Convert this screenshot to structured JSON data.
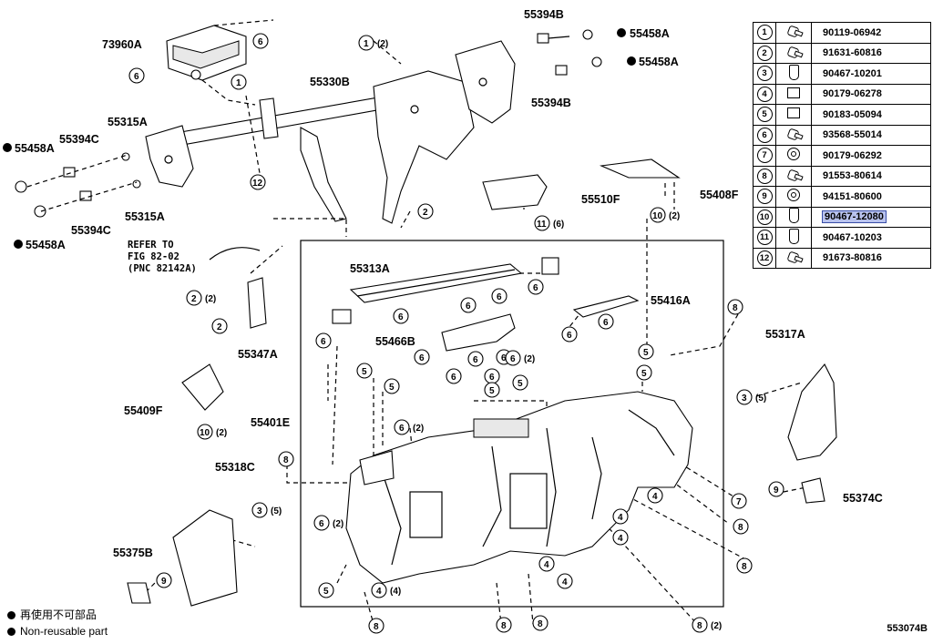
{
  "labels": {
    "p73960A": "73960A",
    "p55394B_top": "55394B",
    "p55458A_top": "55458A",
    "p55458A_mid": "55458A",
    "p55394B_mid": "55394B",
    "p55330B": "55330B",
    "p55315A_top": "55315A",
    "p55315A_bot": "55315A",
    "p55394C_top": "55394C",
    "p55394C_bot": "55394C",
    "p55458A_left": "55458A",
    "p55458A_leftbot": "55458A",
    "p55510F": "55510F",
    "p55408F": "55408F",
    "p55313A": "55313A",
    "p55416A": "55416A",
    "p55466B": "55466B",
    "p55347A": "55347A",
    "p55409F": "55409F",
    "p55401E": "55401E",
    "p55317A": "55317A",
    "p55318C": "55318C",
    "p55374C": "55374C",
    "p55375B": "55375B",
    "refer_line1": "REFER TO",
    "refer_line2": "FIG 82-02",
    "refer_line3": "(PNC 82142A)"
  },
  "callouts": {
    "q2": "(2)",
    "q4": "(4)",
    "q5": "(5)",
    "q6": "(6)"
  },
  "legend": [
    {
      "num": "1",
      "icon": "screw-icon",
      "part": "90119-06942",
      "highlight": false
    },
    {
      "num": "2",
      "icon": "screw-icon",
      "part": "91631-60816",
      "highlight": false
    },
    {
      "num": "3",
      "icon": "clip-icon",
      "part": "90467-10201",
      "highlight": false
    },
    {
      "num": "4",
      "icon": "clip-nut-icon",
      "part": "90179-06278",
      "highlight": false
    },
    {
      "num": "5",
      "icon": "clip-nut-icon",
      "part": "90183-05094",
      "highlight": false
    },
    {
      "num": "6",
      "icon": "screw-icon",
      "part": "93568-55014",
      "highlight": false
    },
    {
      "num": "7",
      "icon": "nut-icon",
      "part": "90179-06292",
      "highlight": false
    },
    {
      "num": "8",
      "icon": "screw-icon",
      "part": "91553-80614",
      "highlight": false
    },
    {
      "num": "9",
      "icon": "nut-icon",
      "part": "94151-80600",
      "highlight": false
    },
    {
      "num": "10",
      "icon": "clip-icon",
      "part": "90467-12080",
      "highlight": true
    },
    {
      "num": "11",
      "icon": "clip-icon",
      "part": "90467-10203",
      "highlight": false
    },
    {
      "num": "12",
      "icon": "screw-icon",
      "part": "91673-80816",
      "highlight": false
    }
  ],
  "footnotes": {
    "jp": "再使用不可部品",
    "en": "Non-reusable part"
  },
  "figure_code": "553074B"
}
